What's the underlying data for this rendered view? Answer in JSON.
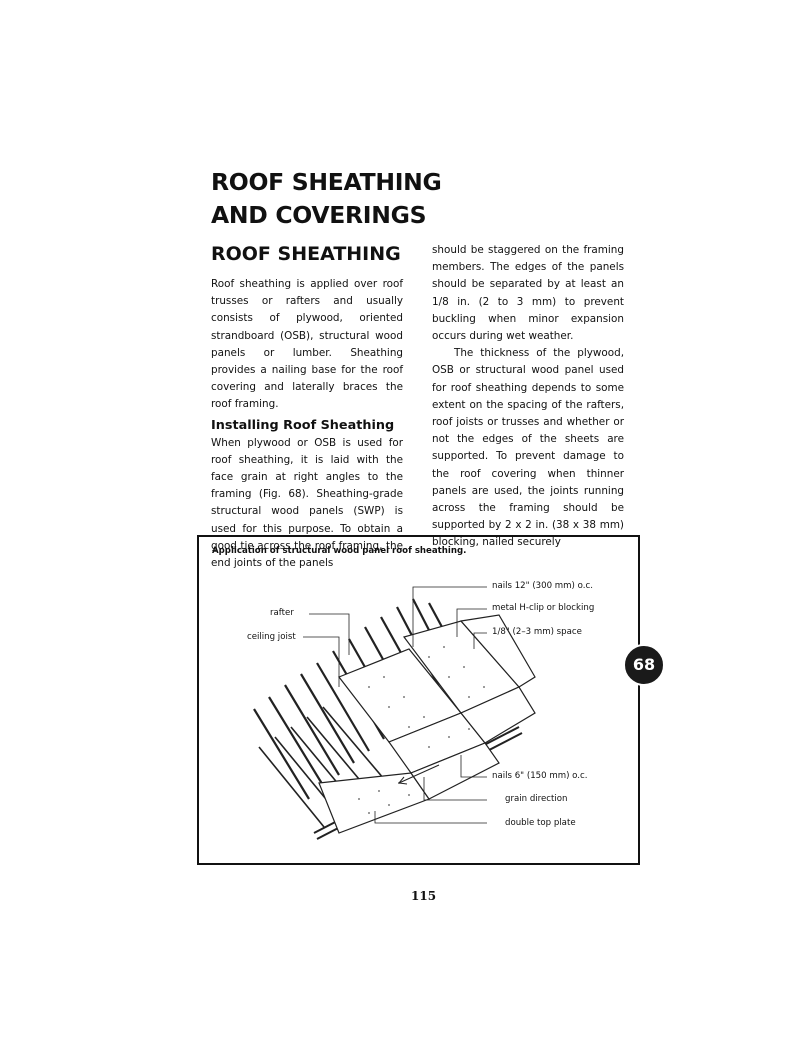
{
  "chapter_title": [
    "ROOF SHEATHING",
    "AND COVERINGS"
  ],
  "section_title": "ROOF SHEATHING",
  "column1": {
    "intro": "Roof sheathing is applied over roof trusses or rafters and usually consists of plywood, oriented strandboard (OSB), structural wood panels or lumber. Sheathing provides a nailing base for the roof covering and laterally braces the roof framing.",
    "subheading": "Installing Roof Sheathing",
    "body": "When plywood or OSB is used for roof sheathing, it is laid with the face grain at right angles to the framing (Fig. 68). Sheathing-grade structural wood panels (SWP) is used for this purpose. To obtain a good tie across the roof framing, the end joints of the panels"
  },
  "column2": {
    "para1": "should be staggered on the framing members. The edges of the panels should be separated by at least an 1/8 in. (2 to 3 mm) to prevent buckling when minor expansion occurs during wet weather.",
    "para2": "The thickness of the plywood, OSB or structural wood panel used for roof sheathing depends to some extent on the spacing of the rafters, roof joists or trusses and whether or not the edges of the sheets are supported. To prevent damage to the roof covering when thinner panels are used, the joints running across the framing should be supported by 2 x 2 in. (38 x 38 mm) blocking, nailed securely"
  },
  "figure": {
    "caption": "Application of structural wood panel roof sheathing.",
    "number": "68",
    "labels": {
      "rafter": "rafter",
      "ceiling_joist": "ceiling joist",
      "nails_12": "nails 12\" (300 mm) o.c.",
      "h_clip": "metal H-clip or blocking",
      "space": "1/8\" (2–3 mm) space",
      "nails_6": "nails 6\" (150 mm) o.c.",
      "grain": "grain direction",
      "top_plate": "double top plate"
    }
  },
  "page_number": "115"
}
